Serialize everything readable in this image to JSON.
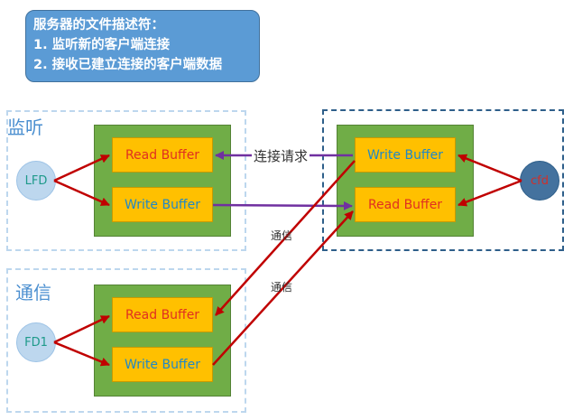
{
  "note": {
    "title": "服务器的文件描述符：",
    "line1": "1. 监听新的客户端连接",
    "line2": "2. 接收已建立连接的客户端数据"
  },
  "groups": {
    "listen_label": "监听",
    "comm_label": "通信"
  },
  "nodes": {
    "lfd": "LFD",
    "fd1": "FD1",
    "cfd": "cfd"
  },
  "buffers": {
    "read": "Read Buffer",
    "write": "Write Buffer"
  },
  "edges": {
    "connect_request": "连接请求",
    "comm": "通信"
  },
  "colors": {
    "panel": "#70ad47",
    "buffer": "#ffc000",
    "read_text": "#e03020",
    "write_text": "#1e88c8",
    "red_arrow": "#c00000",
    "purple_arrow": "#7030a0",
    "note": "#5b9bd5"
  }
}
